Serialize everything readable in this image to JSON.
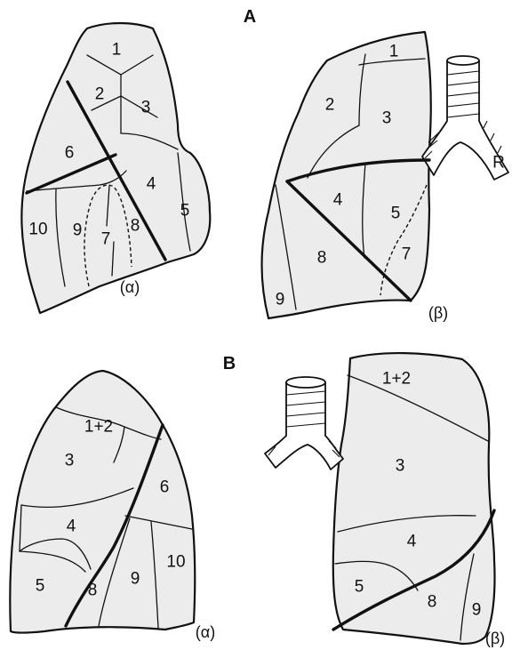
{
  "panels": {
    "a": {
      "heading": "A",
      "left": {
        "caption": "(α)",
        "segments": [
          "1",
          "2",
          "3",
          "6",
          "4",
          "5",
          "8",
          "7",
          "9",
          "10"
        ]
      },
      "right": {
        "caption": "(β)",
        "segments": [
          "1",
          "2",
          "3",
          "4",
          "5",
          "7",
          "8",
          "9"
        ],
        "bronchus_label": "R"
      }
    },
    "b": {
      "heading": "B",
      "left": {
        "caption": "(α)",
        "segments": [
          "1+2",
          "3",
          "6",
          "4",
          "5",
          "8",
          "9",
          "10"
        ]
      },
      "right": {
        "caption": "(β)",
        "segments": [
          "1+2",
          "3",
          "4",
          "5",
          "8",
          "9"
        ]
      }
    }
  },
  "colors": {
    "lung_fill": "#ececec",
    "outline": "#111111"
  }
}
